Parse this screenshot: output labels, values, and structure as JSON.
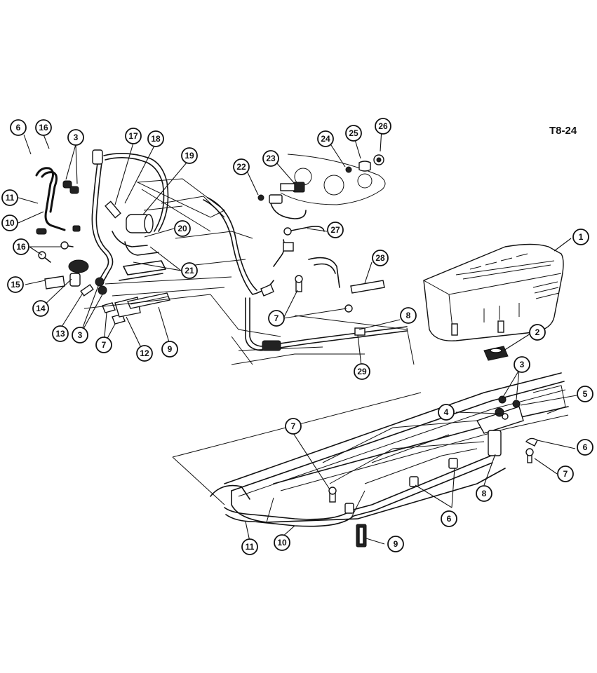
{
  "figure_id": "T8-24",
  "callouts": [
    {
      "label": "6"
    },
    {
      "label": "16"
    },
    {
      "label": "3"
    },
    {
      "label": "17"
    },
    {
      "label": "18"
    },
    {
      "label": "19"
    },
    {
      "label": "11"
    },
    {
      "label": "10"
    },
    {
      "label": "20"
    },
    {
      "label": "16"
    },
    {
      "label": "21"
    },
    {
      "label": "15"
    },
    {
      "label": "14"
    },
    {
      "label": "13"
    },
    {
      "label": "3"
    },
    {
      "label": "7"
    },
    {
      "label": "12"
    },
    {
      "label": "9"
    },
    {
      "label": "22"
    },
    {
      "label": "23"
    },
    {
      "label": "24"
    },
    {
      "label": "25"
    },
    {
      "label": "26"
    },
    {
      "label": "27"
    },
    {
      "label": "28"
    },
    {
      "label": "7"
    },
    {
      "label": "8"
    },
    {
      "label": "29"
    },
    {
      "label": "1"
    },
    {
      "label": "2"
    },
    {
      "label": "3"
    },
    {
      "label": "5"
    },
    {
      "label": "4"
    },
    {
      "label": "6"
    },
    {
      "label": "7"
    },
    {
      "label": "7"
    },
    {
      "label": "8"
    },
    {
      "label": "6"
    },
    {
      "label": "11"
    },
    {
      "label": "10"
    },
    {
      "label": "9"
    }
  ]
}
